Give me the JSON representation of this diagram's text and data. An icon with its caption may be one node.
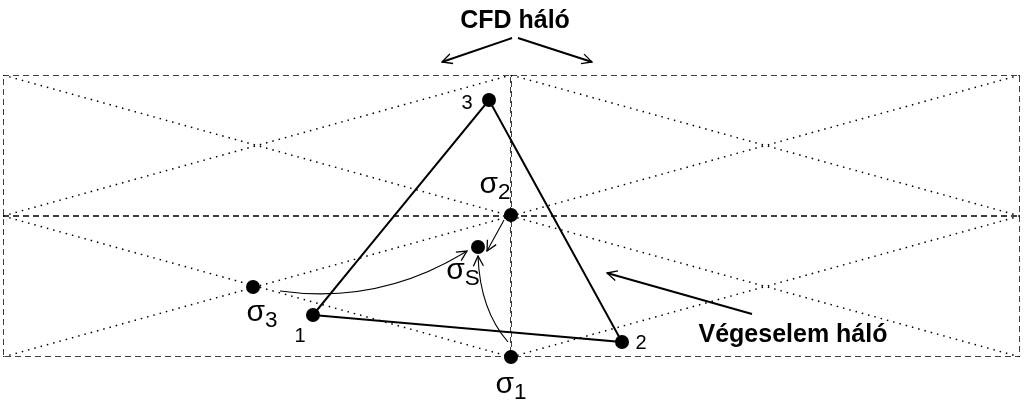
{
  "diagram": {
    "nodes": [
      {
        "text": [
          "CFD háló"
        ]
      },
      {
        "text": [],
        "shape": "box"
      },
      {
        "text": [],
        "shape": "box"
      },
      {
        "text": [],
        "shape": "triangle"
      },
      {
        "text": [],
        "shape": "circle",
        "beside": [
          "1"
        ],
        "in": 1
      },
      {
        "text": [],
        "shape": "circle",
        "beside": [
          "2"
        ],
        "in": 2
      },
      {
        "text": [],
        "shape": "circle",
        "beside": [
          "3"
        ],
        "in": 1
      },
      {
        "text": [],
        "shape": "circle",
        "beside": [
          "σ$_{1}$"
        ]
      },
      {
        "text": [],
        "shape": "circle",
        "beside": [
          "σ$_{2}$"
        ],
        "in": 3
      },
      {
        "text": [],
        "shape": "circle",
        "beside": [
          "σ$_{3}$"
        ],
        "in": 1
      },
      {
        "text": [],
        "shape": "circle",
        "beside": [
          "σ$_{S}$"
        ]
      },
      {
        "text": [
          "Végeselem háló"
        ],
        "in": 2
      }
    ],
    "edges": [
      {
        "from": 0,
        "to": 1,
        "arrow": "to"
      },
      {
        "from": 0,
        "to": 2,
        "arrow": "to"
      },
      {
        "from": 9,
        "to": 10,
        "arrow": "to"
      },
      {
        "from": 7,
        "to": 10,
        "arrow": "to"
      },
      {
        "from": 8,
        "to": 10,
        "arrow": "to"
      },
      {
        "from": 11,
        "to": 3,
        "arrow": "to"
      }
    ]
  }
}
